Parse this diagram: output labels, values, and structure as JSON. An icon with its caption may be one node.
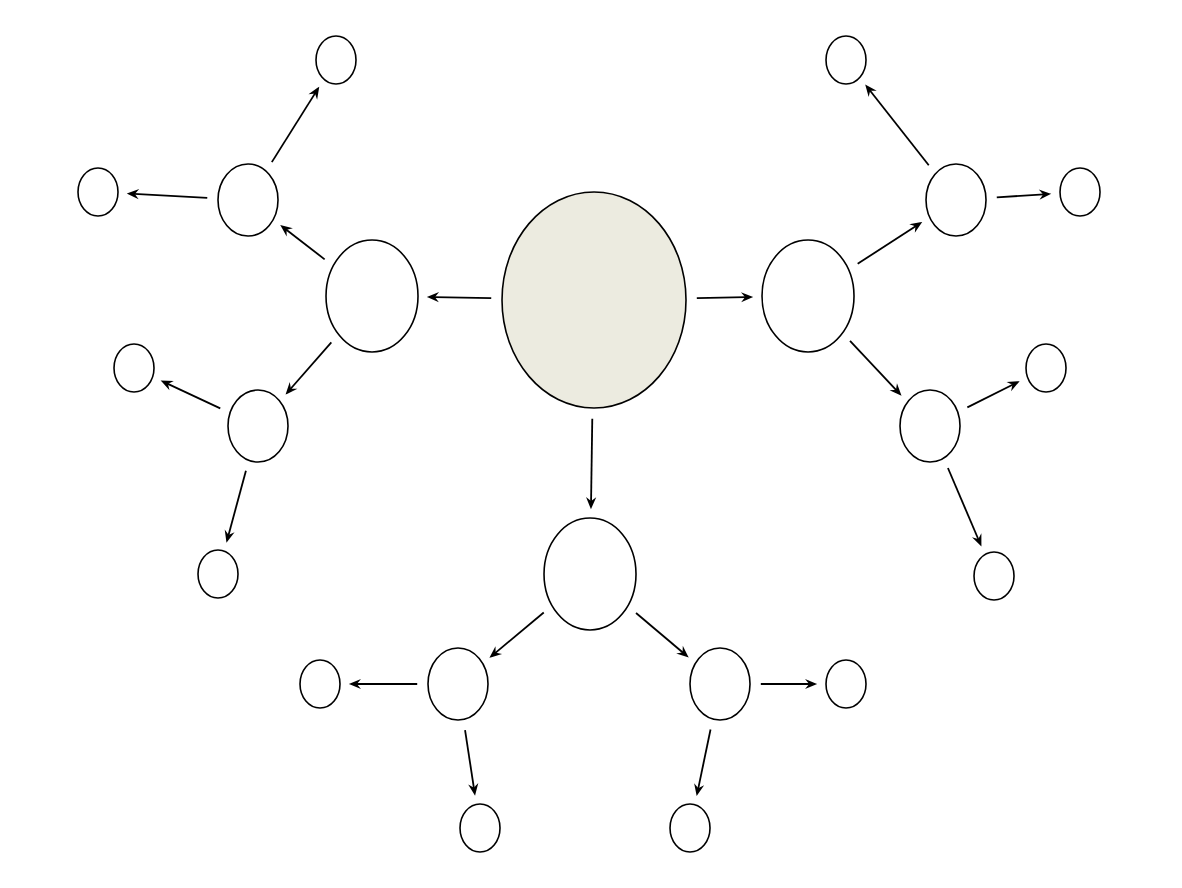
{
  "diagram": {
    "nodes": [
      {
        "text": [],
        "shape": "oval"
      },
      {
        "text": [],
        "shape": "circle"
      },
      {
        "text": [],
        "shape": "circle"
      },
      {
        "text": [],
        "shape": "circle"
      },
      {
        "text": [],
        "shape": "circle"
      },
      {
        "text": [],
        "shape": "circle"
      },
      {
        "text": [],
        "shape": "circle"
      },
      {
        "text": [],
        "shape": "circle"
      },
      {
        "text": [],
        "shape": "circle"
      },
      {
        "text": [],
        "shape": "circle"
      },
      {
        "text": [],
        "shape": "circle"
      },
      {
        "text": [],
        "shape": "circle"
      },
      {
        "text": [],
        "shape": "circle"
      },
      {
        "text": [],
        "shape": "circle"
      },
      {
        "text": [],
        "shape": "circle"
      },
      {
        "text": [],
        "shape": "circle"
      },
      {
        "text": [],
        "shape": "circle"
      },
      {
        "text": [],
        "shape": "circle"
      },
      {
        "text": [],
        "shape": "circle"
      },
      {
        "text": [],
        "shape": "circle"
      },
      {
        "text": [],
        "shape": "circle"
      },
      {
        "text": [],
        "shape": "circle"
      }
    ],
    "edges": [
      {
        "from": 0,
        "to": 7,
        "arrow": "to"
      },
      {
        "from": 0,
        "to": 8,
        "arrow": "to"
      },
      {
        "from": 0,
        "to": 14,
        "arrow": "to"
      },
      {
        "from": 7,
        "to": 5,
        "arrow": "to"
      },
      {
        "from": 7,
        "to": 11,
        "arrow": "to"
      },
      {
        "from": 5,
        "to": 1,
        "arrow": "to"
      },
      {
        "from": 5,
        "to": 3,
        "arrow": "to"
      },
      {
        "from": 11,
        "to": 9,
        "arrow": "to"
      },
      {
        "from": 11,
        "to": 13,
        "arrow": "to"
      },
      {
        "from": 8,
        "to": 6,
        "arrow": "to"
      },
      {
        "from": 8,
        "to": 12,
        "arrow": "to"
      },
      {
        "from": 6,
        "to": 2,
        "arrow": "to"
      },
      {
        "from": 6,
        "to": 4,
        "arrow": "to"
      },
      {
        "from": 12,
        "to": 10,
        "arrow": "to"
      },
      {
        "from": 12,
        "to": 15,
        "arrow": "to"
      },
      {
        "from": 14,
        "to": 17,
        "arrow": "to"
      },
      {
        "from": 14,
        "to": 18,
        "arrow": "to"
      },
      {
        "from": 17,
        "to": 16,
        "arrow": "to"
      },
      {
        "from": 17,
        "to": 20,
        "arrow": "to"
      },
      {
        "from": 18,
        "to": 19,
        "arrow": "to"
      },
      {
        "from": 18,
        "to": 21,
        "arrow": "to"
      }
    ]
  }
}
